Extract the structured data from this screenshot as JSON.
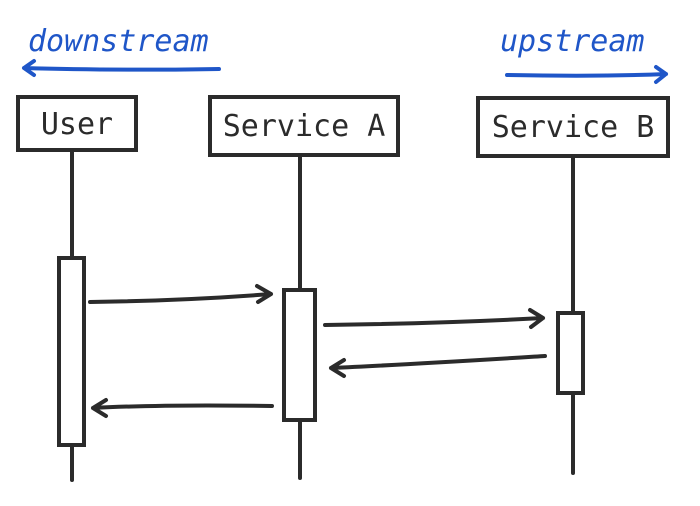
{
  "colors": {
    "ink": "#2b2b2b",
    "accent": "#1f56c8",
    "background": "#ffffff"
  },
  "direction": {
    "downstream": "downstream",
    "upstream": "upstream"
  },
  "participants": [
    {
      "id": "user",
      "label": "User"
    },
    {
      "id": "service-a",
      "label": "Service A"
    },
    {
      "id": "service-b",
      "label": "Service B"
    }
  ],
  "messages": [
    {
      "from": "user",
      "to": "service-a",
      "kind": "request"
    },
    {
      "from": "service-a",
      "to": "service-b",
      "kind": "request"
    },
    {
      "from": "service-b",
      "to": "service-a",
      "kind": "response"
    },
    {
      "from": "service-a",
      "to": "user",
      "kind": "response"
    }
  ]
}
